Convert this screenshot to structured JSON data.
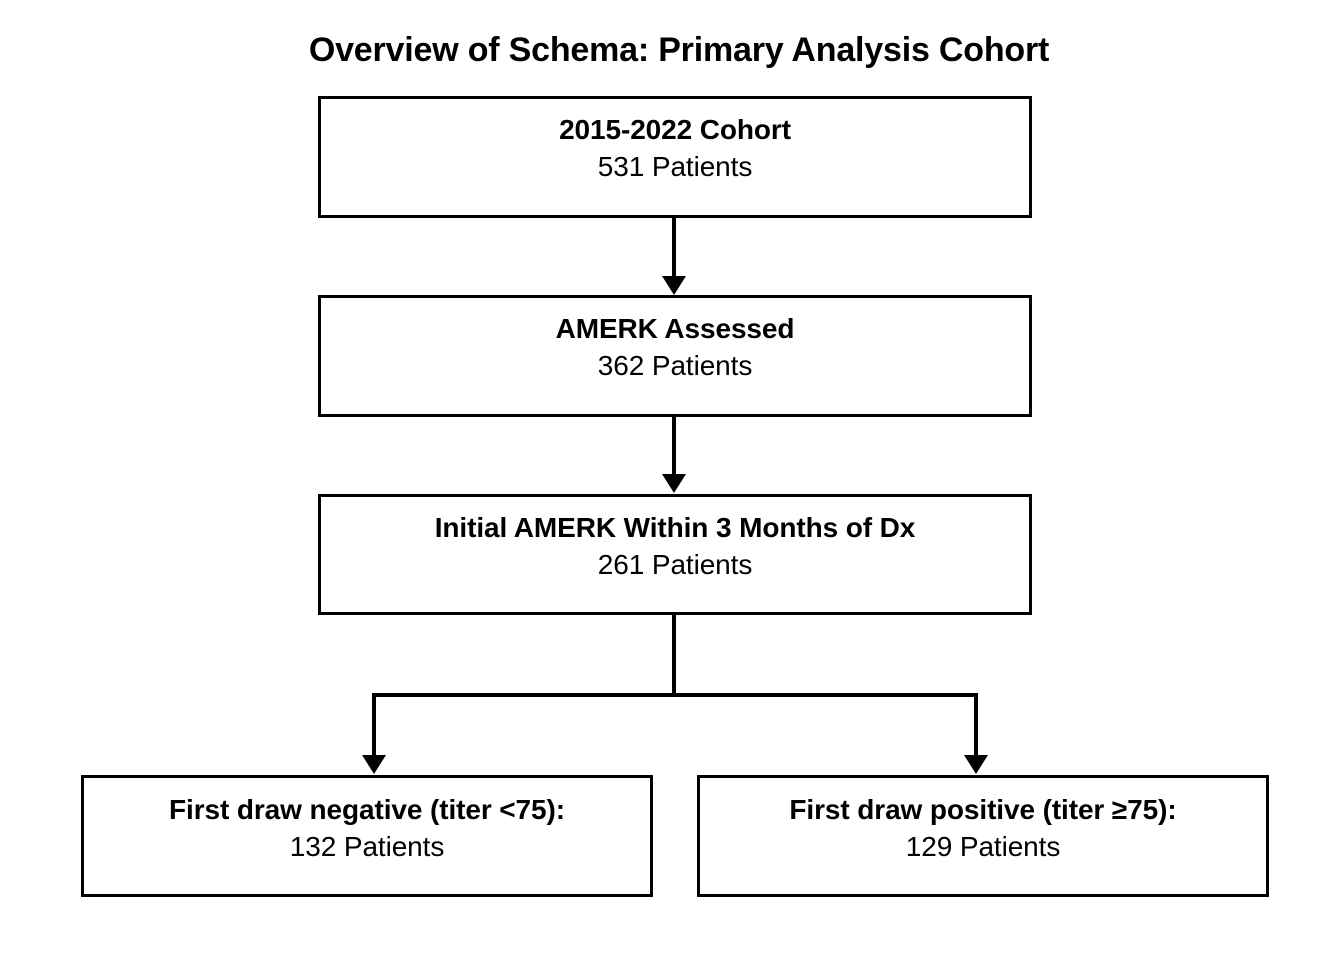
{
  "title": "Overview of Schema: Primary Analysis Cohort",
  "nodes": {
    "cohort": {
      "title": "2015-2022 Cohort",
      "count": "531 Patients"
    },
    "assessed": {
      "title": "AMERK Assessed",
      "count": "362 Patients"
    },
    "initial": {
      "title": "Initial AMERK Within 3 Months of Dx",
      "count": "261 Patients"
    },
    "negative": {
      "title": "First draw negative (titer <75):",
      "count": "132 Patients"
    },
    "positive": {
      "title": "First draw positive (titer ≥75):",
      "count": "129 Patients"
    }
  },
  "chart_data": {
    "type": "diagram",
    "diagram_type": "flowchart",
    "title": "Overview of Schema: Primary Analysis Cohort",
    "orientation": "top-down",
    "nodes": [
      {
        "id": "cohort",
        "label": "2015-2022 Cohort",
        "value": 531,
        "unit": "Patients"
      },
      {
        "id": "assessed",
        "label": "AMERK Assessed",
        "value": 362,
        "unit": "Patients"
      },
      {
        "id": "initial",
        "label": "Initial AMERK Within 3 Months of Dx",
        "value": 261,
        "unit": "Patients"
      },
      {
        "id": "negative",
        "label": "First draw negative (titer <75):",
        "value": 132,
        "unit": "Patients"
      },
      {
        "id": "positive",
        "label": "First draw positive (titer ≥75):",
        "value": 129,
        "unit": "Patients"
      }
    ],
    "edges": [
      {
        "from": "cohort",
        "to": "assessed",
        "style": "arrow"
      },
      {
        "from": "assessed",
        "to": "initial",
        "style": "arrow"
      },
      {
        "from": "initial",
        "to": "negative",
        "style": "arrow-split"
      },
      {
        "from": "initial",
        "to": "positive",
        "style": "arrow-split"
      }
    ],
    "colors": {
      "stroke": "#000000",
      "fill": "#ffffff",
      "text": "#000000"
    }
  }
}
